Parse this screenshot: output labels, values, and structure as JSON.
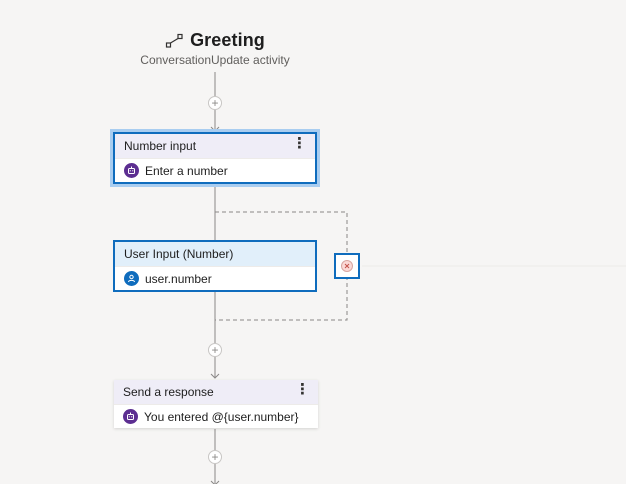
{
  "trigger": {
    "icon": "trigger-link-icon",
    "title": "Greeting",
    "subtitle": "ConversationUpdate activity"
  },
  "add_buttons": {
    "label": "+"
  },
  "nodes": {
    "number_input": {
      "title": "Number input",
      "menu": "⋮",
      "body_icon": "bot-icon",
      "body": "Enter a number"
    },
    "user_input": {
      "title": "User Input (Number)",
      "body_icon": "user-icon",
      "body": "user.number"
    },
    "send_response": {
      "title": "Send a response",
      "menu": "⋮",
      "body_icon": "bot-icon",
      "body": "You entered @{user.number}"
    }
  },
  "exit_node": {
    "icon": "exit-icon"
  },
  "colors": {
    "accent": "#0f6cbd",
    "selection_glow": "#a9cdf0",
    "bot": "#5c2e91",
    "lavender_header": "#efedf7",
    "blue_header": "#e1effa",
    "connector": "#8a8886",
    "canvas": "#f6f5f4"
  }
}
